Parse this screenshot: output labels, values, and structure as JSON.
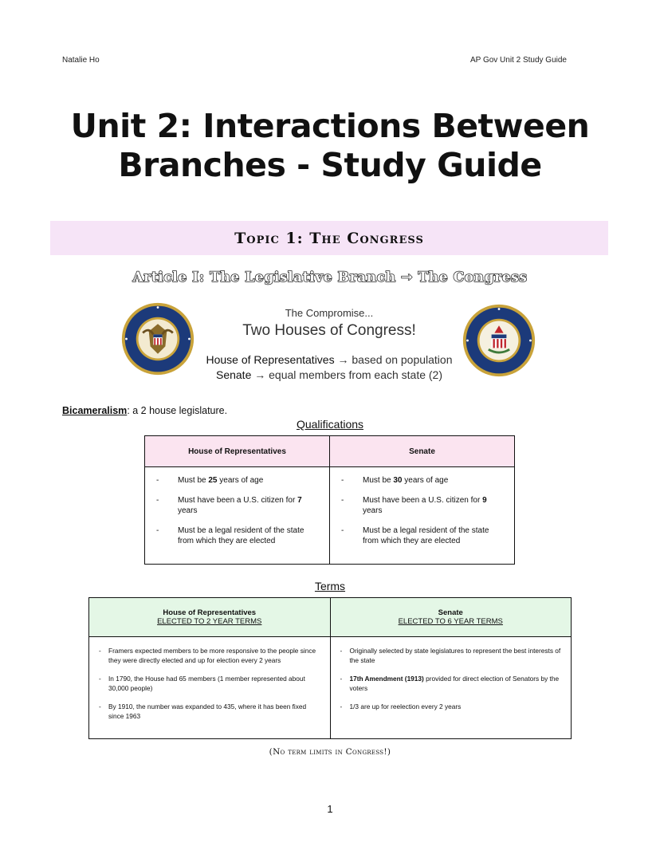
{
  "header": {
    "author": "Natalie Ho",
    "course": "AP Gov Unit 2 Study Guide"
  },
  "title": {
    "line1": "Unit 2: Interactions Between",
    "line2": "Branches - Study Guide"
  },
  "topic": "Topic 1: The Congress",
  "article": "Article I: The Legislative Branch → The Congress",
  "compromise": {
    "intro": "The Compromise...",
    "headline": "Two Houses of Congress!",
    "house_term": "House of Representatives",
    "house_desc": " → based on population",
    "senate_term": "Senate",
    "senate_desc": " → equal members from each state (2)"
  },
  "seals": {
    "house": "seal-house",
    "senate": "seal-senate"
  },
  "bicameralism": {
    "term": "Bicameralism",
    "definition": ": a 2 house legislature."
  },
  "qualifications": {
    "label": "Qualifications",
    "headers": [
      "House of Representatives",
      "Senate"
    ],
    "house": [
      {
        "pre": "Must be ",
        "bold": "25",
        "post": " years of age"
      },
      {
        "pre": "Must have been a U.S. citizen for ",
        "bold": "7",
        "post": " years"
      },
      {
        "pre": "Must be a legal resident of the state from which they are elected",
        "bold": "",
        "post": ""
      }
    ],
    "senate": [
      {
        "pre": "Must be ",
        "bold": "30",
        "post": " years of age"
      },
      {
        "pre": "Must have been a U.S. citizen for ",
        "bold": "9",
        "post": " years"
      },
      {
        "pre": "Must be a legal resident of the state from which they are elected",
        "bold": "",
        "post": ""
      }
    ]
  },
  "terms": {
    "label": "Terms",
    "house_header": "House of Representatives",
    "house_sub": "ELECTED TO 2 YEAR TERMS",
    "senate_header": "Senate",
    "senate_sub": "ELECTED TO 6 YEAR TERMS",
    "house": [
      {
        "pre": "Framers expected members to be more responsive to the people since they were directly elected and up for election every 2 years",
        "bold": "",
        "post": ""
      },
      {
        "pre": "In 1790, the House had 65 members (1 member represented about 30,000 people)",
        "bold": "",
        "post": ""
      },
      {
        "pre": "By 1910, the number was expanded to 435, where it has been fixed since 1963",
        "bold": "",
        "post": ""
      }
    ],
    "senate": [
      {
        "pre": "Originally selected by state legislatures to represent the best interests of the state",
        "bold": "",
        "post": ""
      },
      {
        "pre": "",
        "bold": "17th Amendment (1913)",
        "post": " provided for direct election of Senators by the voters"
      },
      {
        "pre": "1/3 are up for reelection every 2 years",
        "bold": "",
        "post": ""
      }
    ],
    "note": "(No term limits in Congress!)"
  },
  "page_number": "1",
  "colors": {
    "topic_band": "#f6e4f7",
    "qual_header": "#fbe4f0",
    "terms_header": "#e4f7e6",
    "seal_blue": "#1c3a7a",
    "seal_gold": "#c9a33a"
  }
}
